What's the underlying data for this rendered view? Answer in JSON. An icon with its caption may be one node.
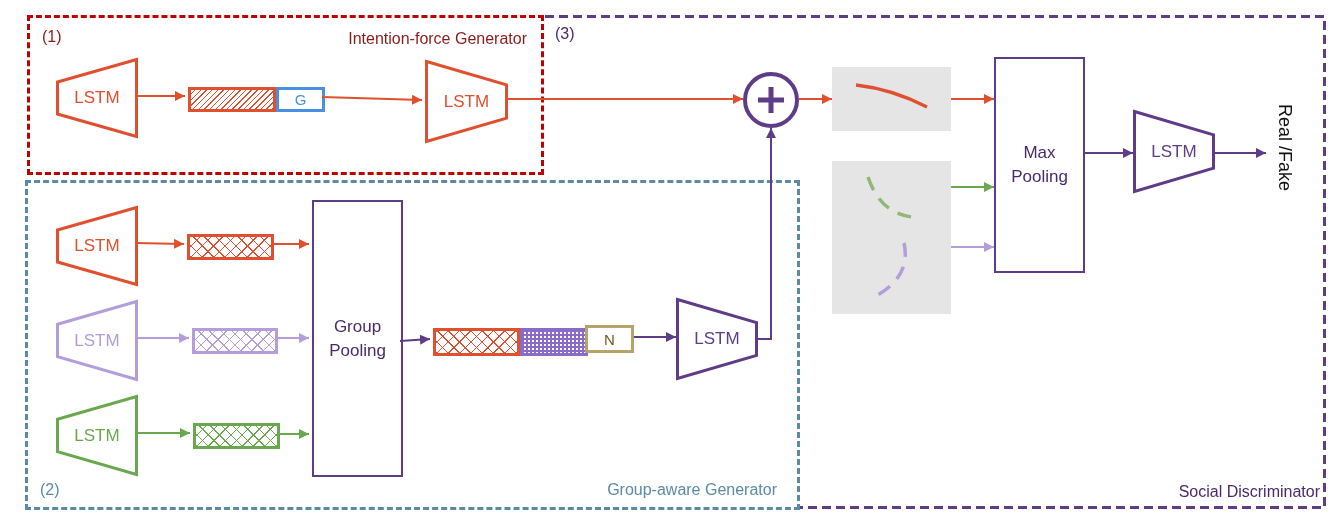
{
  "diagram": {
    "nodes": [
      {
        "text": [
          "(1)",
          "Intention-force Generator"
        ]
      },
      {
        "text": [
          "(2)",
          "Group-aware Generator"
        ]
      },
      {
        "text": [
          "(3)",
          "Social Discriminator"
        ]
      },
      {
        "text": [
          "LSTM"
        ],
        "in": 0
      },
      {
        "text": [],
        "shape": "bar",
        "in": 0
      },
      {
        "text": [
          "G"
        ],
        "in": 0
      },
      {
        "text": [
          "LSTM"
        ],
        "in": 0
      },
      {
        "text": [],
        "shape": "circle",
        "in": 2
      },
      {
        "text": [
          "LSTM"
        ],
        "in": 1
      },
      {
        "text": [],
        "shape": "bar",
        "in": 1
      },
      {
        "text": [
          "LSTM"
        ],
        "in": 1
      },
      {
        "text": [],
        "shape": "bar",
        "in": 1
      },
      {
        "text": [
          "LSTM"
        ],
        "in": 1
      },
      {
        "text": [],
        "shape": "bar",
        "in": 1
      },
      {
        "text": [
          "Group Pooling"
        ],
        "in": 1
      },
      {
        "text": [],
        "shape": "bar",
        "in": 1
      },
      {
        "text": [],
        "shape": "bar",
        "in": 1
      },
      {
        "text": [
          "N"
        ]
      },
      {
        "text": [
          "LSTM"
        ]
      },
      {
        "text": [],
        "shape": "picture",
        "in": 2
      },
      {
        "text": [],
        "shape": "picture",
        "in": 2
      },
      {
        "text": [
          "Max Pooling"
        ],
        "in": 2
      },
      {
        "text": [
          "LSTM"
        ],
        "in": 2
      },
      {
        "text": [
          "Real /Fake"
        ],
        "in": 2
      }
    ],
    "edges": [
      {
        "from": 3,
        "to": 4,
        "arrow": "to"
      },
      {
        "from": 5,
        "to": 6,
        "arrow": "to"
      },
      {
        "from": 6,
        "to": 7,
        "arrow": "to"
      },
      {
        "from": 7,
        "to": 19,
        "arrow": "to"
      },
      {
        "from": 19,
        "to": 21,
        "arrow": "to"
      },
      {
        "from": 20,
        "to": 21,
        "arrow": "to",
        "color": "#6aa84f"
      },
      {
        "from": 20,
        "to": 21,
        "arrow": "to",
        "color": "#b39ddb"
      },
      {
        "from": 21,
        "to": 22,
        "arrow": "to",
        "color": "#5e3c88"
      },
      {
        "from": 22,
        "to": 23,
        "arrow": "to",
        "color": "#5e3c88"
      },
      {
        "from": 8,
        "to": 9,
        "arrow": "to"
      },
      {
        "from": 9,
        "to": 14,
        "arrow": "to"
      },
      {
        "from": 10,
        "to": 11,
        "arrow": "to",
        "color": "#b39ddb"
      },
      {
        "from": 11,
        "to": 14,
        "arrow": "to",
        "color": "#b39ddb"
      },
      {
        "from": 12,
        "to": 13,
        "arrow": "to",
        "color": "#6aa84f"
      },
      {
        "from": 13,
        "to": 14,
        "arrow": "to",
        "color": "#6aa84f"
      },
      {
        "from": 14,
        "to": 15,
        "arrow": "to",
        "color": "#5e3c88"
      },
      {
        "from": 17,
        "to": 18,
        "arrow": "to",
        "color": "#5e3c88"
      },
      {
        "from": 18,
        "to": 7,
        "arrow": "to",
        "color": "#5e3c88"
      }
    ]
  }
}
